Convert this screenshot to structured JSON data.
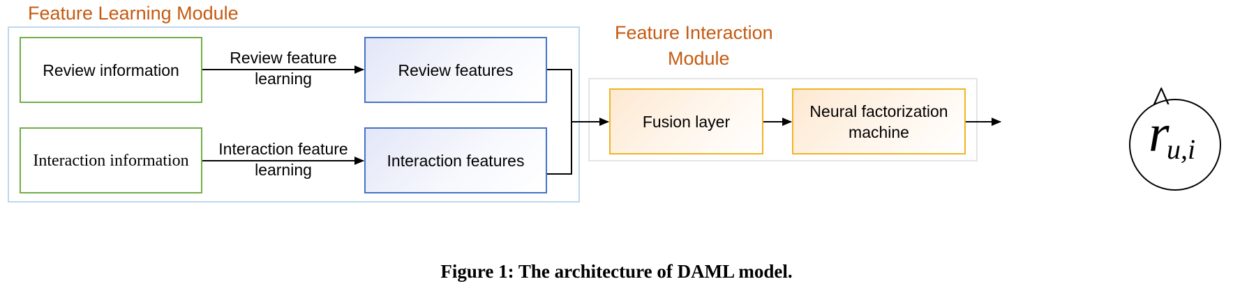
{
  "modules": {
    "feature_learning": {
      "title": "Feature Learning Module",
      "border_color": "#9dc3e6"
    },
    "feature_interaction": {
      "title_line1": "Feature Interaction",
      "title_line2": "Module",
      "border_color": "#d9d9d9"
    }
  },
  "nodes": {
    "review_information": "Review information",
    "interaction_information": "Interaction information",
    "review_features": "Review features",
    "interaction_features": "Interaction features",
    "fusion_layer": "Fusion layer",
    "nfm_line1": "Neural factorization",
    "nfm_line2": "machine"
  },
  "edges": {
    "review_learning_line1": "Review feature",
    "review_learning_line2": "learning",
    "interaction_learning_line1": "Interaction feature",
    "interaction_learning_line2": "learning"
  },
  "output": {
    "symbol": "r",
    "hat": "^",
    "subscript": "u,i"
  },
  "caption": "Figure 1: The architecture of DAML model.",
  "colors": {
    "title_orange": "#c55a11",
    "green": "#70ad47",
    "blue": "#4472c4",
    "orange": "#f0b323"
  }
}
